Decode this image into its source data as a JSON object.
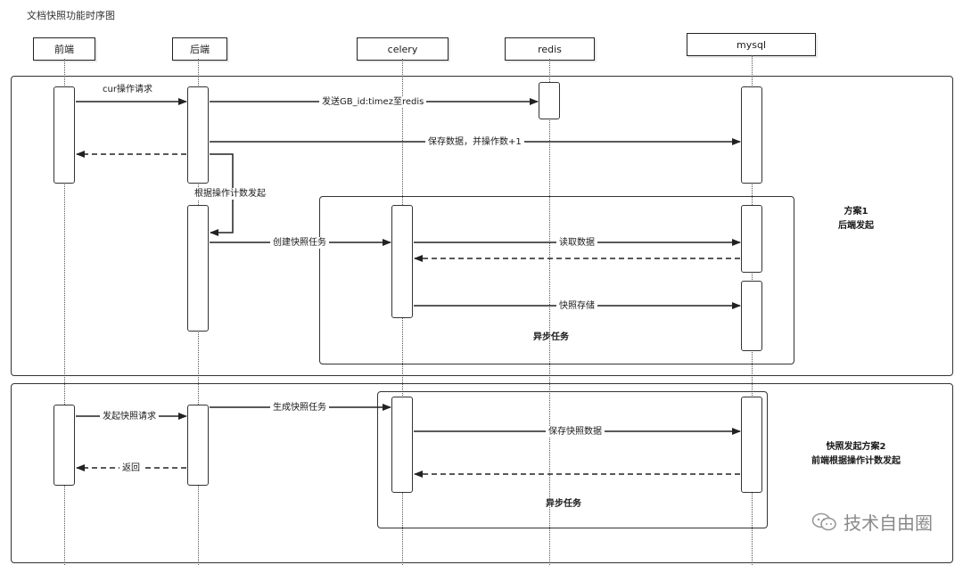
{
  "title": "文档快照功能时序图",
  "actors": {
    "frontend": "前端",
    "backend": "后端",
    "celery": "celery",
    "redis": "redis",
    "mysql": "mysql"
  },
  "messages": {
    "m1": "cur操作请求",
    "m2": "发送GB_id:timez至redis",
    "m3": "保存数据，并操作数+1",
    "m4": "根据操作计数发起",
    "m5": "创建快照任务",
    "m6": "读取数据",
    "m7": "快照存储",
    "m8": "发起快照请求",
    "m9": "生成快照任务",
    "m10": "保存快照数据",
    "m11": "返回"
  },
  "notes": {
    "plan1_line1": "方案1",
    "plan1_line2": "后端发起",
    "async1": "异步任务",
    "plan2_line1": "快照发起方案2",
    "plan2_line2": "前端根据操作计数发起",
    "async2": "异步任务"
  },
  "watermark": "技术自由圈"
}
